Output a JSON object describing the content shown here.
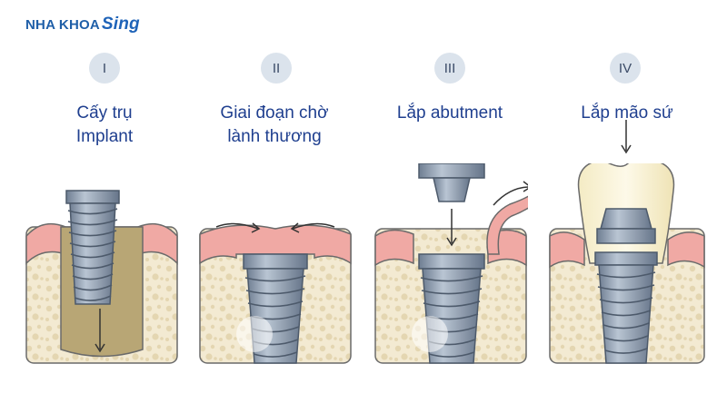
{
  "logo": {
    "prefix": "NHA KHOA",
    "brand": "Sing"
  },
  "steps": [
    {
      "num": "I",
      "line1": "Cấy trụ",
      "line2": "Implant"
    },
    {
      "num": "II",
      "line1": "Giai đoạn chờ",
      "line2": "lành thương"
    },
    {
      "num": "III",
      "line1": "Lắp abutment",
      "line2": ""
    },
    {
      "num": "IV",
      "line1": "Lắp mão sứ",
      "line2": ""
    }
  ],
  "colors": {
    "gum": "#f0a9a4",
    "gumDark": "#e4807c",
    "bone": "#f3ead2",
    "boneDots": "#e2d4ae",
    "metal": "#8f9cad",
    "metalDark": "#66758a",
    "metalLight": "#b7c3d1",
    "crown": "#fbf5dc",
    "socket": "#c9b98a",
    "title": "#1f3f8f",
    "logo": "#1f5fa8"
  }
}
